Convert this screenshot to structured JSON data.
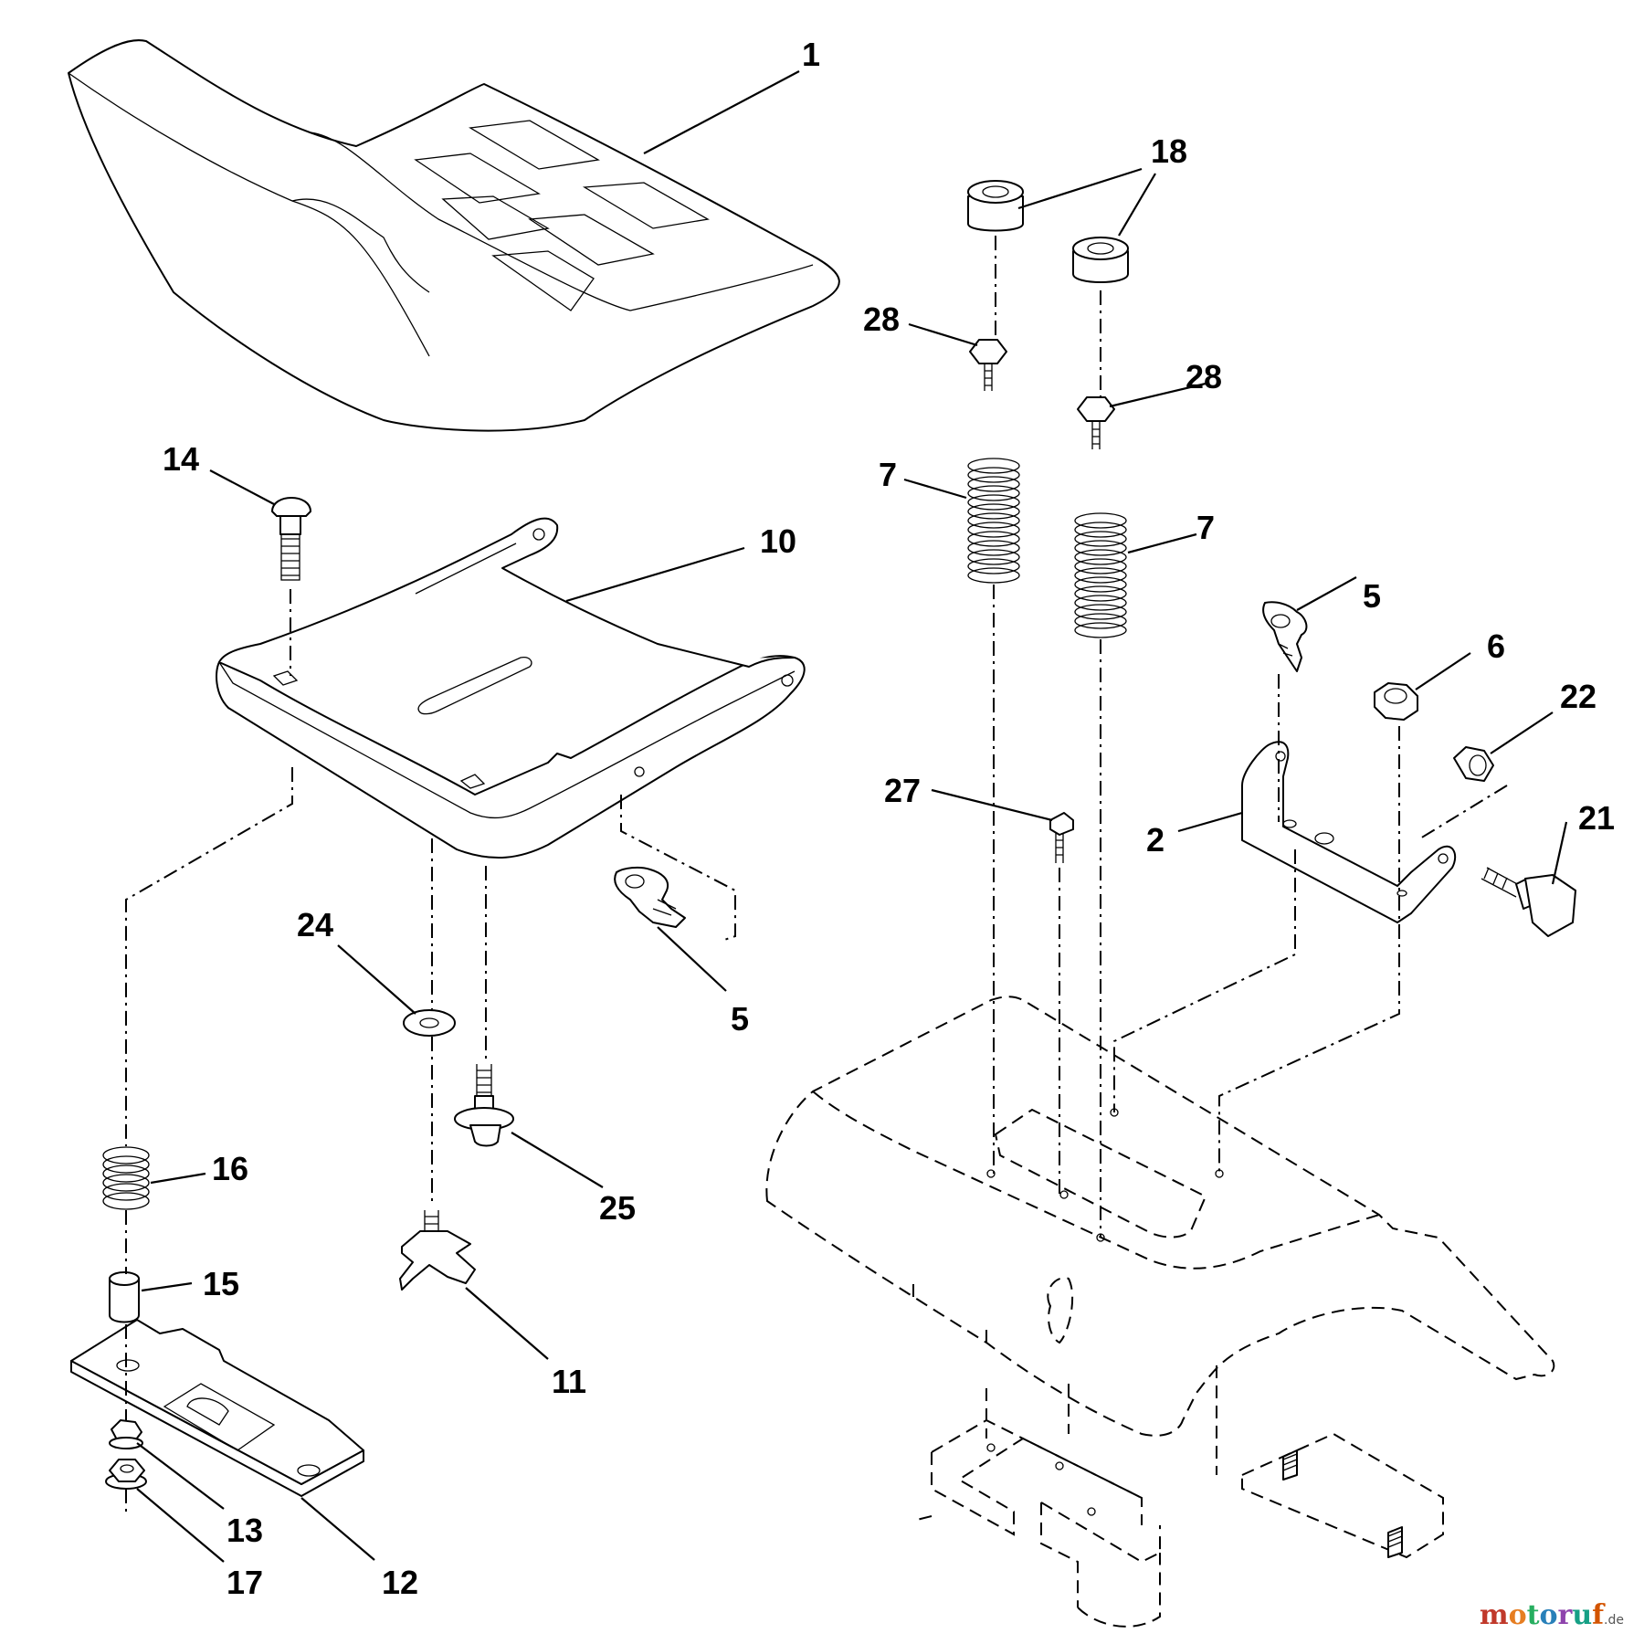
{
  "callouts": [
    {
      "id": "c1",
      "label": "1"
    },
    {
      "id": "c18",
      "label": "18"
    },
    {
      "id": "c28a",
      "label": "28"
    },
    {
      "id": "c28b",
      "label": "28"
    },
    {
      "id": "c7a",
      "label": "7"
    },
    {
      "id": "c7b",
      "label": "7"
    },
    {
      "id": "c14",
      "label": "14"
    },
    {
      "id": "c10",
      "label": "10"
    },
    {
      "id": "c5a",
      "label": "5"
    },
    {
      "id": "c6",
      "label": "6"
    },
    {
      "id": "c22",
      "label": "22"
    },
    {
      "id": "c27",
      "label": "27"
    },
    {
      "id": "c21",
      "label": "21"
    },
    {
      "id": "c2",
      "label": "2"
    },
    {
      "id": "c24",
      "label": "24"
    },
    {
      "id": "c5b",
      "label": "5"
    },
    {
      "id": "c16",
      "label": "16"
    },
    {
      "id": "c25",
      "label": "25"
    },
    {
      "id": "c15",
      "label": "15"
    },
    {
      "id": "c11",
      "label": "11"
    },
    {
      "id": "c13",
      "label": "13"
    },
    {
      "id": "c17",
      "label": "17"
    },
    {
      "id": "c12",
      "label": "12"
    }
  ],
  "watermark": {
    "letters": [
      "m",
      "o",
      "t",
      "o",
      "r",
      "u",
      "f"
    ],
    "colors": [
      "#c0392b",
      "#e67e22",
      "#27ae60",
      "#2980b9",
      "#8e44ad",
      "#16a085",
      "#d35400"
    ],
    "suffix": ".de"
  }
}
